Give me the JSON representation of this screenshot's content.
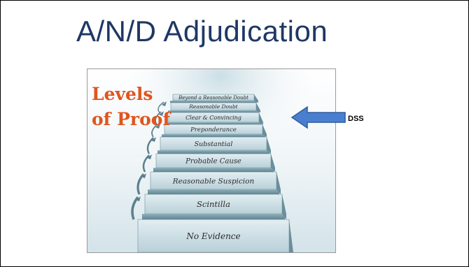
{
  "slide": {
    "title": "A/N/D Adjudication"
  },
  "figure": {
    "heading_line1": "Levels",
    "heading_line2": "of Proof",
    "steps": [
      "Beyond a Reasonable Doubt",
      "Reasonable Doubt",
      "Clear & Convincing",
      "Preponderance",
      "Substantial",
      "Probable Cause",
      "Reasonable Suspicion",
      "Scintilla",
      "No Evidence"
    ],
    "colors": {
      "heading": "#e0551f",
      "step_face": "#c9dde4",
      "step_riser": "#7f9fab",
      "background_glow": "#dbe9ee"
    }
  },
  "annotation": {
    "label": "DSS",
    "points_to_step": "Clear & Convincing",
    "arrow_color": "#4a7fd0",
    "arrow_stroke": "#2e5c9e"
  }
}
